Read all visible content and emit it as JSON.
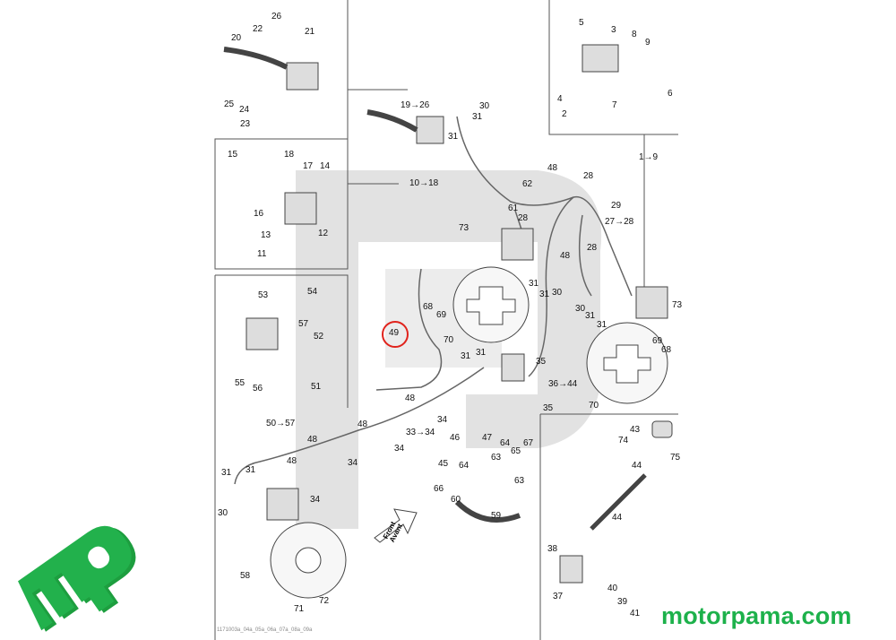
{
  "diagram_title_code": "1171003a_04a_05a_06a_07a_08a_09a",
  "website": "motorpama.com",
  "logo_text": "mp",
  "front_arrow": {
    "line1": "Front",
    "line2": "Avant"
  },
  "highlighted_part": "49",
  "colors": {
    "brand_green": "#1db14b",
    "highlight": "#e0231c",
    "watermark": "#d9d9d9"
  },
  "labels": [
    "20",
    "22",
    "26",
    "21",
    "25",
    "24",
    "23",
    "19→26",
    "30",
    "31",
    "31",
    "48",
    "28",
    "62",
    "61",
    "28",
    "29",
    "27→28",
    "73",
    "28",
    "48",
    "31",
    "30",
    "31",
    "68",
    "69",
    "70",
    "49",
    "30",
    "31",
    "31",
    "73",
    "68",
    "69",
    "70",
    "31",
    "31",
    "35",
    "36→44",
    "35",
    "48",
    "34",
    "48",
    "33→34",
    "34",
    "48",
    "46",
    "47",
    "64",
    "65",
    "67",
    "63",
    "45",
    "64",
    "63",
    "66",
    "60",
    "59",
    "48",
    "34",
    "34",
    "31",
    "31",
    "30",
    "58",
    "71",
    "72",
    "5",
    "3",
    "8",
    "9",
    "4",
    "2",
    "7",
    "6",
    "1→9",
    "15",
    "18",
    "17",
    "14",
    "10→18",
    "16",
    "13",
    "12",
    "11",
    "53",
    "54",
    "57",
    "52",
    "55",
    "56",
    "51",
    "50→57",
    "43",
    "74",
    "75",
    "44",
    "44",
    "38",
    "37",
    "40",
    "39",
    "41"
  ]
}
